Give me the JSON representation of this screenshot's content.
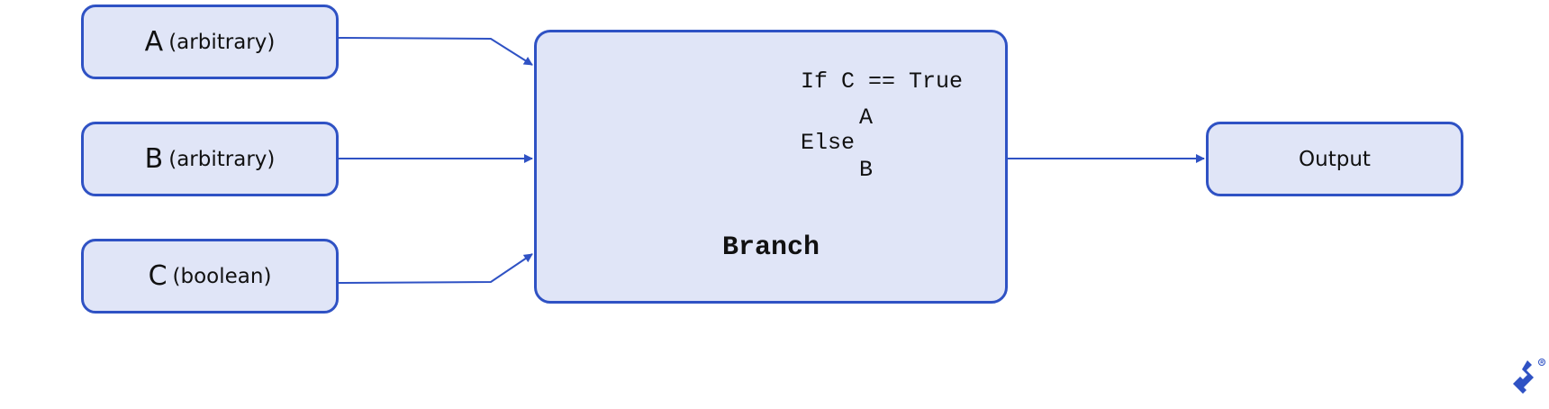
{
  "inputs": [
    {
      "letter": "A",
      "type": "(arbitrary)"
    },
    {
      "letter": "B",
      "type": "(arbitrary)"
    },
    {
      "letter": "C",
      "type": "(boolean)"
    }
  ],
  "branch": {
    "title": "Branch",
    "code": {
      "line1": "If C == True",
      "line2": "A",
      "line3": "Else",
      "line4": "B"
    }
  },
  "output": {
    "label": "Output"
  },
  "colors": {
    "accent": "#2f52c4",
    "node_fill": "#e0e5f7",
    "text": "#111111"
  },
  "logo": {
    "icon": "toptal-logo-icon"
  }
}
